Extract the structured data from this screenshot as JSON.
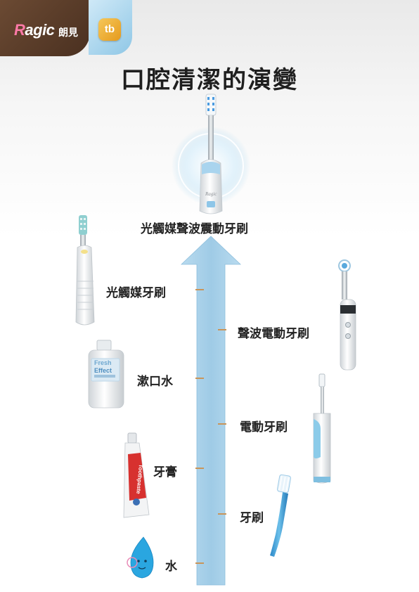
{
  "header": {
    "brand_logo": "Ragic",
    "brand_name_cn": "朗見",
    "badge_icon": "tb-badge-icon"
  },
  "title": "口腔清潔的演變",
  "evolution": {
    "steps": [
      {
        "label": "水"
      },
      {
        "label": "牙刷"
      },
      {
        "label": "牙膏"
      },
      {
        "label": "電動牙刷"
      },
      {
        "label": "漱口水"
      },
      {
        "label": "聲波電動牙刷"
      },
      {
        "label": "光觸媒牙刷"
      },
      {
        "label": "光觸媒聲波震動牙刷"
      }
    ]
  },
  "products": {
    "mouthwash_brand": "Fresh",
    "mouthwash_name": "Effect",
    "toothpaste_brand": "Toothpaste",
    "hero_logo": "Ragic"
  },
  "colors": {
    "arrow": "#9fcbe6",
    "tick": "#c9955a",
    "logo_bg": "#5a3c28",
    "badge_bg": "#a9d4ee"
  }
}
